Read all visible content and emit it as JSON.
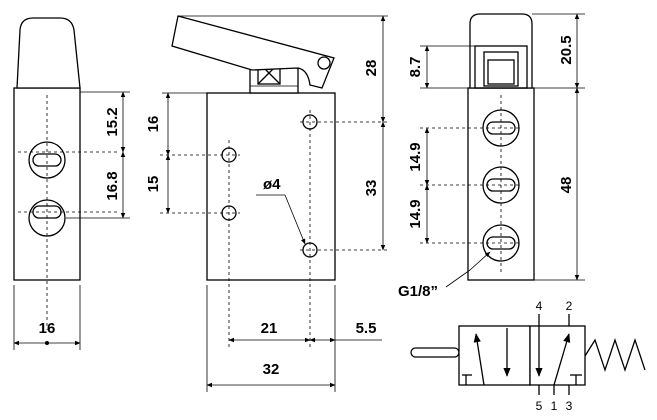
{
  "dimensions": {
    "side_left_hole_upper": "15.2",
    "side_left_hole_lower": "16.8",
    "side_left_width": "16",
    "front_upper": "16",
    "front_lower": "15",
    "hole_dia": "ø4",
    "front_lever_height": "28",
    "front_body_lower": "33",
    "front_hole_span": "21",
    "front_offset": "5.5",
    "front_width": "32",
    "right_top_cap": "8.7",
    "right_cap_height": "20.5",
    "right_port_upper": "14.9",
    "right_port_lower": "14.9",
    "right_body_height": "48",
    "port_thread": "G1/8”"
  },
  "symbol": {
    "port_4": "4",
    "port_2": "2",
    "port_5": "5",
    "port_1": "1",
    "port_3": "3"
  }
}
